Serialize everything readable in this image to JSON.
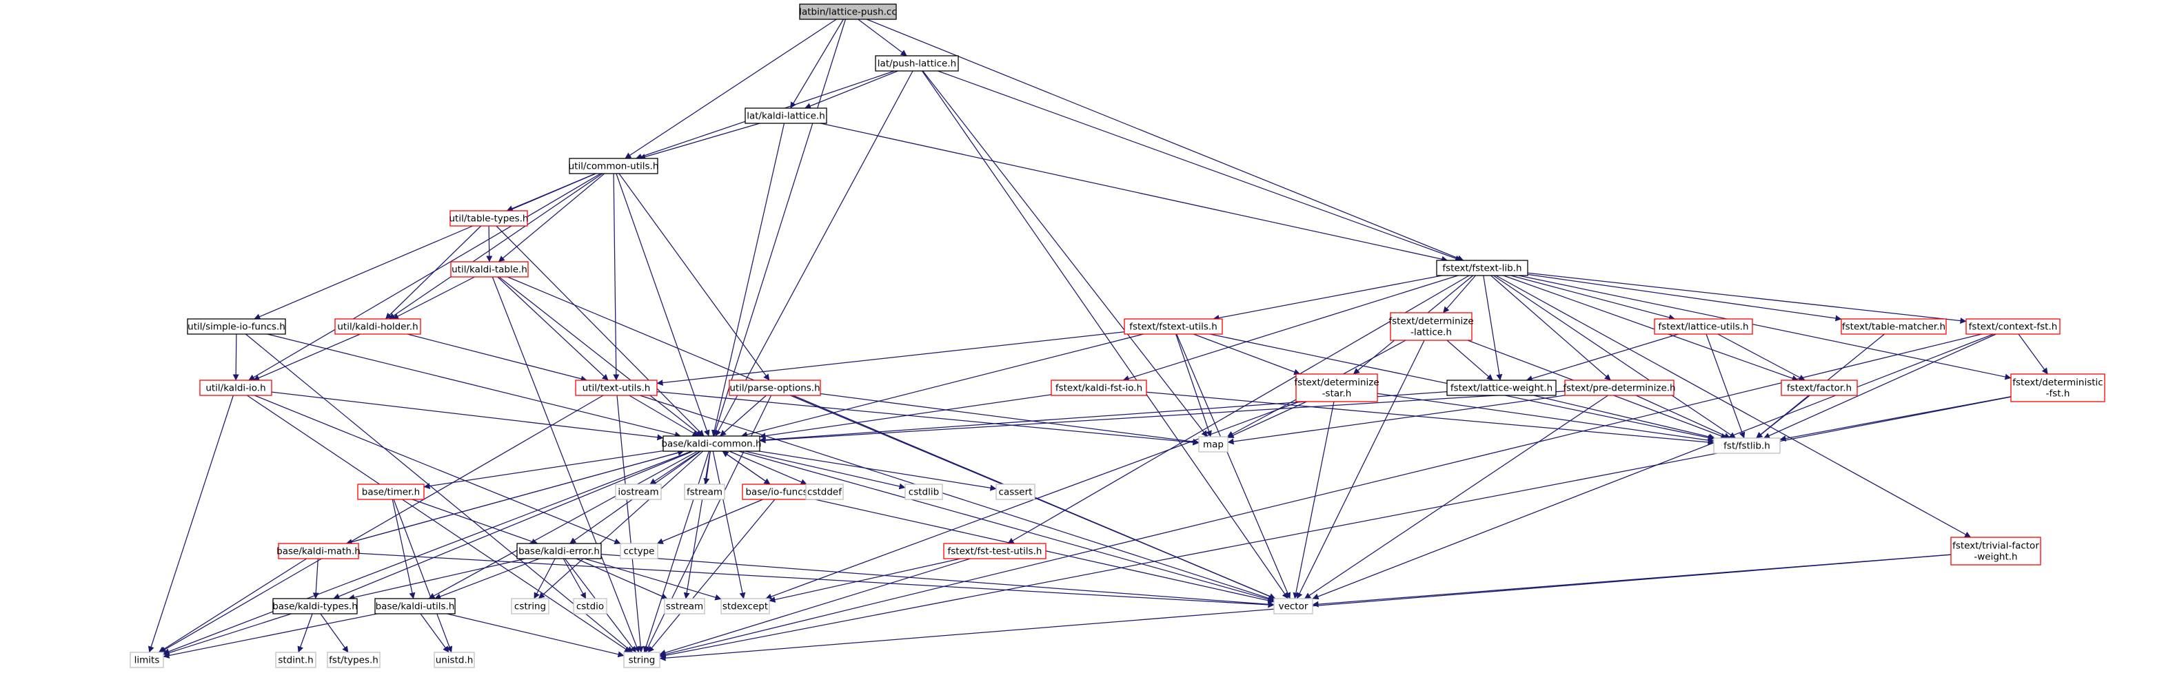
{
  "diagram": {
    "colors": {
      "edge": "#191970",
      "root_fill": "#bfbfbf",
      "root_border": "#000000",
      "documented_border": "#000000",
      "not_documented_border": "#ff0000",
      "external_border": "#bfbfbf",
      "background": "#ffffff"
    },
    "nodes": {
      "lattice_push": {
        "label": "latbin/lattice-push.cc",
        "kind": "root"
      },
      "push_lattice": {
        "label": "lat/push-lattice.h",
        "kind": "documented"
      },
      "kaldi_lattice": {
        "label": "lat/kaldi-lattice.h",
        "kind": "documented"
      },
      "common_utils": {
        "label": "util/common-utils.h",
        "kind": "documented"
      },
      "table_types": {
        "label": "util/table-types.h",
        "kind": "red"
      },
      "kaldi_table": {
        "label": "util/kaldi-table.h",
        "kind": "red"
      },
      "simple_io": {
        "label": "util/simple-io-funcs.h",
        "kind": "documented"
      },
      "kaldi_holder": {
        "label": "util/kaldi-holder.h",
        "kind": "red"
      },
      "kaldi_io": {
        "label": "util/kaldi-io.h",
        "kind": "red"
      },
      "text_utils": {
        "label": "util/text-utils.h",
        "kind": "red"
      },
      "parse_options": {
        "label": "util/parse-options.h",
        "kind": "red"
      },
      "kaldi_common": {
        "label": "base/kaldi-common.h",
        "kind": "documented"
      },
      "fstext_lib": {
        "label": "fstext/fstext-lib.h",
        "kind": "documented"
      },
      "fstext_utils": {
        "label": "fstext/fstext-utils.h",
        "kind": "red"
      },
      "determinize_lattice": {
        "label": [
          "fstext/determinize",
          "-lattice.h"
        ],
        "kind": "red"
      },
      "lattice_utils": {
        "label": "fstext/lattice-utils.h",
        "kind": "red"
      },
      "table_matcher": {
        "label": "fstext/table-matcher.h",
        "kind": "red"
      },
      "context_fst": {
        "label": "fstext/context-fst.h",
        "kind": "red"
      },
      "kaldi_fst_io": {
        "label": "fstext/kaldi-fst-io.h",
        "kind": "red"
      },
      "determinize_star": {
        "label": [
          "fstext/determinize",
          "-star.h"
        ],
        "kind": "red"
      },
      "lattice_weight": {
        "label": "fstext/lattice-weight.h",
        "kind": "documented"
      },
      "pre_determinize": {
        "label": "fstext/pre-determinize.h",
        "kind": "red"
      },
      "factor": {
        "label": "fstext/factor.h",
        "kind": "red"
      },
      "deterministic_fst": {
        "label": [
          "fstext/deterministic",
          "-fst.h"
        ],
        "kind": "red"
      },
      "fstlib": {
        "label": "fst/fstlib.h",
        "kind": "external"
      },
      "map": {
        "label": "map",
        "kind": "external"
      },
      "base_timer": {
        "label": "base/timer.h",
        "kind": "red"
      },
      "kaldi_math": {
        "label": "base/kaldi-math.h",
        "kind": "red"
      },
      "kaldi_error": {
        "label": "base/kaldi-error.h",
        "kind": "documented"
      },
      "kaldi_types": {
        "label": "base/kaldi-types.h",
        "kind": "documented"
      },
      "kaldi_utils": {
        "label": "base/kaldi-utils.h",
        "kind": "documented"
      },
      "io_funcs": {
        "label": "base/io-funcs.h",
        "kind": "red"
      },
      "fst_test_utils": {
        "label": "fstext/fst-test-utils.h",
        "kind": "red"
      },
      "trivial_factor": {
        "label": [
          "fstext/trivial-factor",
          "-weight.h"
        ],
        "kind": "red"
      },
      "iostream": {
        "label": "iostream",
        "kind": "external"
      },
      "fstream": {
        "label": "fstream",
        "kind": "external"
      },
      "cstddef": {
        "label": "cstddef",
        "kind": "external"
      },
      "cstdlib": {
        "label": "cstdlib",
        "kind": "external"
      },
      "cassert": {
        "label": "cassert",
        "kind": "external"
      },
      "cctype": {
        "label": "cctype",
        "kind": "external"
      },
      "cstring": {
        "label": "cstring",
        "kind": "external"
      },
      "cstdio": {
        "label": "cstdio",
        "kind": "external"
      },
      "sstream": {
        "label": "sstream",
        "kind": "external"
      },
      "stdexcept": {
        "label": "stdexcept",
        "kind": "external"
      },
      "vector": {
        "label": "vector",
        "kind": "external"
      },
      "string": {
        "label": "string",
        "kind": "external"
      },
      "limits": {
        "label": "limits",
        "kind": "external"
      },
      "stdint": {
        "label": "stdint.h",
        "kind": "external"
      },
      "fst_types": {
        "label": "fst/types.h",
        "kind": "external"
      },
      "unistd": {
        "label": "unistd.h",
        "kind": "external"
      }
    },
    "edges": [
      [
        "lattice_push",
        "push_lattice"
      ],
      [
        "lattice_push",
        "kaldi_lattice"
      ],
      [
        "lattice_push",
        "common_utils"
      ],
      [
        "lattice_push",
        "kaldi_common"
      ],
      [
        "lattice_push",
        "fstext_lib"
      ],
      [
        "push_lattice",
        "kaldi_lattice"
      ],
      [
        "push_lattice",
        "common_utils"
      ],
      [
        "push_lattice",
        "fstext_lib"
      ],
      [
        "push_lattice",
        "kaldi_common"
      ],
      [
        "push_lattice",
        "map"
      ],
      [
        "push_lattice",
        "vector"
      ],
      [
        "kaldi_lattice",
        "common_utils"
      ],
      [
        "kaldi_lattice",
        "fstext_lib"
      ],
      [
        "kaldi_lattice",
        "kaldi_common"
      ],
      [
        "common_utils",
        "table_types"
      ],
      [
        "common_utils",
        "kaldi_table"
      ],
      [
        "common_utils",
        "simple_io"
      ],
      [
        "common_utils",
        "kaldi_holder"
      ],
      [
        "common_utils",
        "kaldi_io"
      ],
      [
        "common_utils",
        "text_utils"
      ],
      [
        "common_utils",
        "parse_options"
      ],
      [
        "common_utils",
        "kaldi_common"
      ],
      [
        "table_types",
        "kaldi_table"
      ],
      [
        "table_types",
        "kaldi_holder"
      ],
      [
        "table_types",
        "kaldi_common"
      ],
      [
        "kaldi_table",
        "kaldi_holder"
      ],
      [
        "kaldi_table",
        "text_utils"
      ],
      [
        "kaldi_table",
        "kaldi_common"
      ],
      [
        "kaldi_table",
        "vector"
      ],
      [
        "kaldi_table",
        "string"
      ],
      [
        "simple_io",
        "kaldi_io"
      ],
      [
        "simple_io",
        "kaldi_common"
      ],
      [
        "simple_io",
        "string"
      ],
      [
        "kaldi_holder",
        "kaldi_io"
      ],
      [
        "kaldi_holder",
        "text_utils"
      ],
      [
        "kaldi_io",
        "kaldi_common"
      ],
      [
        "kaldi_io",
        "cctype"
      ],
      [
        "kaldi_io",
        "limits"
      ],
      [
        "kaldi_io",
        "string"
      ],
      [
        "text_utils",
        "kaldi_common"
      ],
      [
        "text_utils",
        "map"
      ],
      [
        "text_utils",
        "vector"
      ],
      [
        "text_utils",
        "string"
      ],
      [
        "text_utils",
        "limits"
      ],
      [
        "parse_options",
        "kaldi_common"
      ],
      [
        "parse_options",
        "map"
      ],
      [
        "parse_options",
        "vector"
      ],
      [
        "parse_options",
        "string"
      ],
      [
        "fstext_lib",
        "fstext_utils"
      ],
      [
        "fstext_lib",
        "determinize_lattice"
      ],
      [
        "fstext_lib",
        "lattice_utils"
      ],
      [
        "fstext_lib",
        "table_matcher"
      ],
      [
        "fstext_lib",
        "context_fst"
      ],
      [
        "fstext_lib",
        "kaldi_fst_io"
      ],
      [
        "fstext_lib",
        "determinize_star"
      ],
      [
        "fstext_lib",
        "lattice_weight"
      ],
      [
        "fstext_lib",
        "pre_determinize"
      ],
      [
        "fstext_lib",
        "factor"
      ],
      [
        "fstext_lib",
        "deterministic_fst"
      ],
      [
        "fstext_lib",
        "fstlib"
      ],
      [
        "fstext_lib",
        "fst_test_utils"
      ],
      [
        "fstext_lib",
        "trivial_factor"
      ],
      [
        "fstext_utils",
        "text_utils"
      ],
      [
        "fstext_utils",
        "kaldi_common"
      ],
      [
        "fstext_utils",
        "determinize_star"
      ],
      [
        "fstext_utils",
        "map"
      ],
      [
        "fstext_utils",
        "vector"
      ],
      [
        "fstext_utils",
        "fstlib"
      ],
      [
        "determinize_lattice",
        "lattice_weight"
      ],
      [
        "determinize_lattice",
        "map"
      ],
      [
        "determinize_lattice",
        "vector"
      ],
      [
        "determinize_lattice",
        "fstlib"
      ],
      [
        "lattice_utils",
        "lattice_weight"
      ],
      [
        "lattice_utils",
        "factor"
      ],
      [
        "lattice_utils",
        "fstlib"
      ],
      [
        "table_matcher",
        "fstlib"
      ],
      [
        "context_fst",
        "deterministic_fst"
      ],
      [
        "context_fst",
        "fstlib"
      ],
      [
        "context_fst",
        "vector"
      ],
      [
        "context_fst",
        "string"
      ],
      [
        "kaldi_fst_io",
        "kaldi_common"
      ],
      [
        "kaldi_fst_io",
        "fstlib"
      ],
      [
        "determinize_star",
        "map"
      ],
      [
        "determinize_star",
        "vector"
      ],
      [
        "determinize_star",
        "stdexcept"
      ],
      [
        "determinize_star",
        "fstlib"
      ],
      [
        "lattice_weight",
        "kaldi_common"
      ],
      [
        "lattice_weight",
        "fstlib"
      ],
      [
        "pre_determinize",
        "kaldi_common"
      ],
      [
        "pre_determinize",
        "map"
      ],
      [
        "pre_determinize",
        "vector"
      ],
      [
        "pre_determinize",
        "fstlib"
      ],
      [
        "factor",
        "fstlib"
      ],
      [
        "deterministic_fst",
        "fstlib"
      ],
      [
        "deterministic_fst",
        "string"
      ],
      [
        "kaldi_common",
        "base_timer"
      ],
      [
        "kaldi_common",
        "kaldi_math"
      ],
      [
        "kaldi_common",
        "kaldi_error"
      ],
      [
        "kaldi_common",
        "kaldi_types"
      ],
      [
        "kaldi_common",
        "kaldi_utils"
      ],
      [
        "kaldi_common",
        "io_funcs"
      ],
      [
        "kaldi_common",
        "iostream"
      ],
      [
        "kaldi_common",
        "fstream"
      ],
      [
        "kaldi_common",
        "cstddef"
      ],
      [
        "kaldi_common",
        "cstdlib"
      ],
      [
        "kaldi_common",
        "cassert"
      ],
      [
        "kaldi_common",
        "cstring"
      ],
      [
        "kaldi_common",
        "sstream"
      ],
      [
        "kaldi_common",
        "stdexcept"
      ],
      [
        "kaldi_common",
        "vector"
      ],
      [
        "kaldi_common",
        "string"
      ],
      [
        "kaldi_common",
        "limits"
      ],
      [
        "base_timer",
        "kaldi_error"
      ],
      [
        "base_timer",
        "kaldi_utils"
      ],
      [
        "base_timer",
        "unistd"
      ],
      [
        "kaldi_math",
        "kaldi_common"
      ],
      [
        "kaldi_math",
        "kaldi_types"
      ],
      [
        "kaldi_math",
        "limits"
      ],
      [
        "kaldi_math",
        "vector"
      ],
      [
        "kaldi_error",
        "kaldi_types"
      ],
      [
        "kaldi_error",
        "kaldi_utils"
      ],
      [
        "kaldi_error",
        "cstring"
      ],
      [
        "kaldi_error",
        "cstdio"
      ],
      [
        "kaldi_error",
        "sstream"
      ],
      [
        "kaldi_error",
        "stdexcept"
      ],
      [
        "kaldi_error",
        "string"
      ],
      [
        "kaldi_error",
        "vector"
      ],
      [
        "kaldi_types",
        "stdint"
      ],
      [
        "kaldi_types",
        "fst_types"
      ],
      [
        "kaldi_types",
        "limits"
      ],
      [
        "kaldi_utils",
        "unistd"
      ],
      [
        "kaldi_utils",
        "string"
      ],
      [
        "kaldi_utils",
        "limits"
      ],
      [
        "io_funcs",
        "kaldi_common"
      ],
      [
        "io_funcs",
        "cctype"
      ],
      [
        "io_funcs",
        "vector"
      ],
      [
        "io_funcs",
        "string"
      ],
      [
        "fst_test_utils",
        "string"
      ],
      [
        "fst_test_utils",
        "stdexcept"
      ],
      [
        "trivial_factor",
        "vector"
      ],
      [
        "trivial_factor",
        "string"
      ]
    ]
  }
}
